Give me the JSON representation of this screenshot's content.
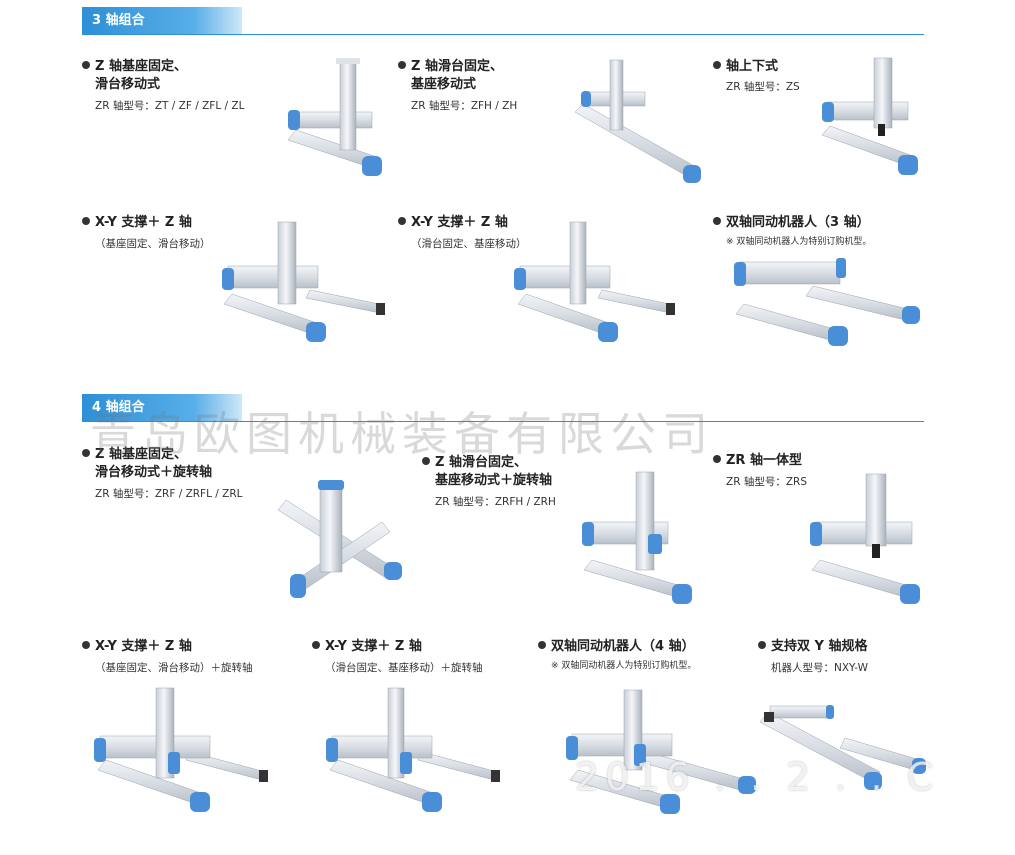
{
  "sections": [
    {
      "tab": "3 轴组合",
      "items": [
        {
          "line1": "Z 轴基座固定、",
          "line2": "滑台移动式",
          "sub": "ZR 轴型号：ZT / ZF / ZFL / ZL"
        },
        {
          "line1": "Z 轴滑台固定、",
          "line2": "基座移动式",
          "sub": "ZR 轴型号：ZFH / ZH"
        },
        {
          "line1": "轴上下式",
          "sub": "ZR 轴型号：ZS"
        },
        {
          "line1": "X-Y 支撑＋ Z 轴",
          "sub": "（基座固定、滑台移动）"
        },
        {
          "line1": "X-Y 支撑＋ Z 轴",
          "sub": "（滑台固定、基座移动）"
        },
        {
          "line1": "双轴同动机器人（3 轴）",
          "note": "※ 双轴同动机器人为特别订购机型。"
        }
      ]
    },
    {
      "tab": "4 轴组合",
      "items": [
        {
          "line1": "Z 轴基座固定、",
          "line2": "滑台移动式＋旋转轴",
          "sub": "ZR 轴型号：ZRF / ZRFL / ZRL"
        },
        {
          "line1": "Z 轴滑台固定、",
          "line2": "基座移动式＋旋转轴",
          "sub": "ZR 轴型号：ZRFH / ZRH"
        },
        {
          "line1": "ZR 轴一体型",
          "sub": "ZR 轴型号：ZRS"
        },
        {
          "line1": "X-Y 支撑＋ Z 轴",
          "sub": "（基座固定、滑台移动）＋旋转轴"
        },
        {
          "line1": "X-Y 支撑＋ Z 轴",
          "sub": "（滑台固定、基座移动）＋旋转轴"
        },
        {
          "line1": "双轴同动机器人（4 轴）",
          "note": "※ 双轴同动机器人为特别订购机型。"
        },
        {
          "line1": "支持双 Y 轴规格",
          "sub": "机器人型号：NXY-W"
        }
      ]
    }
  ],
  "watermark": "青岛欧图机械装备有限公司",
  "watermark2": "2016 . . 2 . . C",
  "colors": {
    "accent": "#2e8fd6",
    "rail_end": "#4a8ed8",
    "rail_body": "#dfe4ea"
  }
}
